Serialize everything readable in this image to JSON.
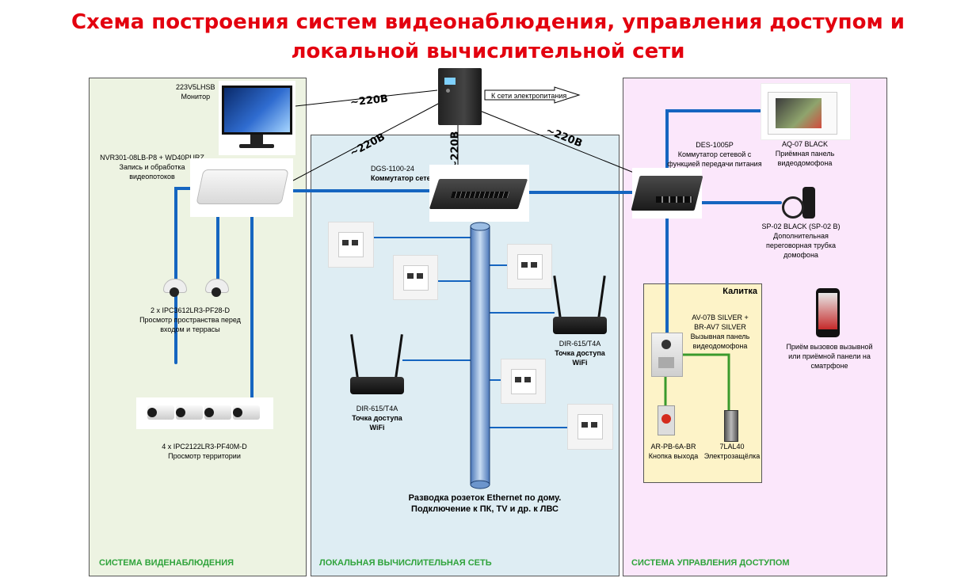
{
  "title": {
    "line1": "Схема построения систем видеонаблюдения, управления доступом и",
    "line2": "локальной вычислительной сети"
  },
  "zones": {
    "cctv": "СИСТЕМА ВИДЕНАБЛЮДЕНИЯ",
    "lan": "ЛОКАЛЬНАЯ ВЫЧИСЛИТЕЛЬНАЯ СЕТЬ",
    "access": "СИСТЕМА УПРАВЛЕНИЯ ДОСТУПОМ",
    "gate": "Калитка"
  },
  "power": {
    "v1": "~220В",
    "v2": "~220В",
    "v3": "~220В",
    "v4": "~220В",
    "grid": "К сети электропитания"
  },
  "devices": {
    "monitor": {
      "model": "223V5LHSB",
      "desc": "Монитор"
    },
    "nvr": {
      "model": "NVR301-08LB-P8 + WD40PURZ",
      "desc1": "Запись и обработка",
      "desc2": "видеопотоков"
    },
    "dome": {
      "model": "2 х IPC3612LR3-PF28-D",
      "desc1": "Просмотр пространства перед",
      "desc2": "входом и террасы"
    },
    "bullet": {
      "model": "4 х IPC2122LR3-PF40M-D",
      "desc": "Просмотр территории"
    },
    "switch_main": {
      "model": "DGS-1100-24",
      "desc": "Коммутатор сетевой"
    },
    "ap_left": {
      "model": "DIR-615/T4A",
      "desc1": "Точка доступа",
      "desc2": "WiFi"
    },
    "ap_right": {
      "model": "DIR-615/T4A",
      "desc1": "Точка доступа",
      "desc2": "WiFi"
    },
    "ethernet": {
      "line1": "Разводка розеток Ethernet по дому.",
      "line2": "Подключение к ПК, TV и др. к ЛВС"
    },
    "switch_poe": {
      "model": "DES-1005P",
      "desc1": "Коммутатор сетевой с",
      "desc2": "функцией передачи питания"
    },
    "panel": {
      "model": "AQ-07 BLACK",
      "desc1": "Приёмная панель",
      "desc2": "видеодомофона"
    },
    "handset": {
      "model": "SP-02 BLACK (SP-02 B)",
      "desc1": "Дополнительная",
      "desc2": "переговорная  трубка",
      "desc3": "домофона"
    },
    "call_panel": {
      "model1": "AV-07B SILVER +",
      "model2": "BR-AV7 SILVER",
      "desc1": "Вызывная панель",
      "desc2": "видеодомофона"
    },
    "exit_button": {
      "model": "AR-PB-6A-BR",
      "desc": "Кнопка выхода"
    },
    "lock": {
      "model": "7LAL40",
      "desc": "Электрозащёлка"
    },
    "smartphone": {
      "desc1": "Приём вызовов вызывной",
      "desc2": "или приёмной панели на",
      "desc3": "сматрфоне"
    }
  },
  "colors": {
    "title": "#e3000f",
    "zone_label": "#2fa33b",
    "cctv_bg": "#edf3e2",
    "lan_bg": "#deedf3",
    "access_bg": "#fbe7fb",
    "gate_bg": "#fdf3c8",
    "network_line": "#1565c0",
    "signal_line": "#3a9a2c"
  }
}
